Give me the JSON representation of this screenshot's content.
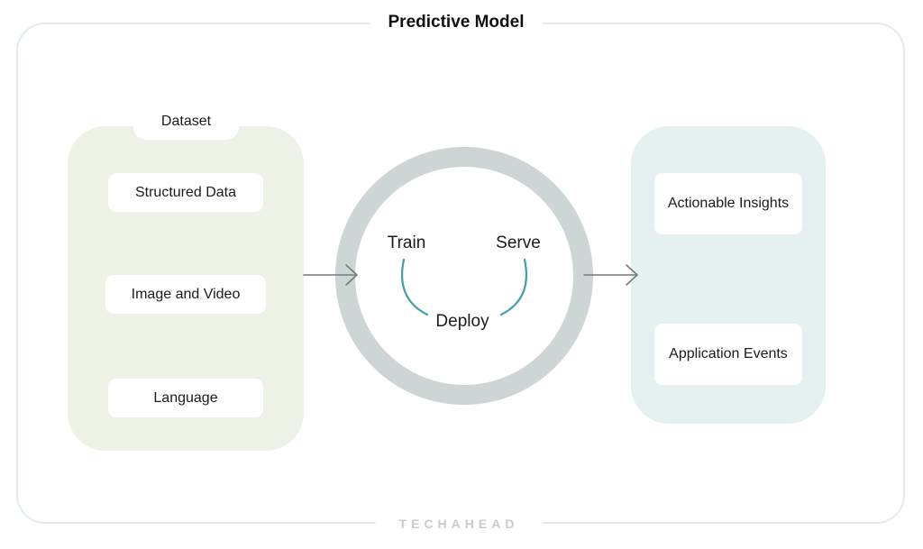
{
  "title": "Predictive Model",
  "dataset_panel": {
    "label": "Dataset",
    "items": [
      "Structured Data",
      "Image and Video",
      "Language"
    ]
  },
  "model_cycle": {
    "steps": [
      "Train",
      "Serve",
      "Deploy"
    ]
  },
  "output_panel": {
    "items": [
      "Actionable Insights",
      "Application Events"
    ]
  },
  "footer": {
    "logo": "TECHAHEAD"
  },
  "colors": {
    "frame_border": "#e2ebf0",
    "dataset_panel_bg": "#eef1e5",
    "output_panel_bg": "#e5f1f1",
    "ring_gray": "#ced5d5",
    "cycle_arc_teal": "#3fa0a5",
    "arrow_gray": "#75797b",
    "text": "#1b1b1b",
    "logo_gray": "#c9cbcc"
  }
}
